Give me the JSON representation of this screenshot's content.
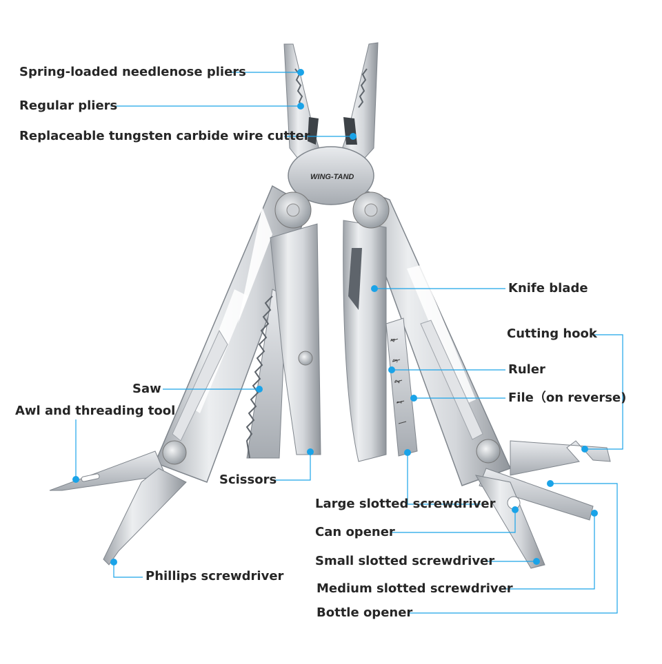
{
  "brand": "WING-TAND",
  "colors": {
    "accent": "#1aa3e8",
    "steel": "#c9ccd0",
    "steel_dark": "#8d9299",
    "text": "#262626"
  },
  "labels": {
    "needlenose_pliers": "Spring-loaded needlenose pliers",
    "regular_pliers": "Regular pliers",
    "wire_cutter": "Replaceable tungsten carbide wire cutter",
    "knife_blade": "Knife blade",
    "cutting_hook": "Cutting hook",
    "ruler": "Ruler",
    "file": "File（on reverse)",
    "saw": "Saw",
    "awl": "Awl and threading tool",
    "scissors": "Scissors",
    "large_slotted": "Large slotted screwdriver",
    "can_opener": "Can opener",
    "small_slotted": "Small slotted screwdriver",
    "medium_slotted": "Medium slotted screwdriver",
    "bottle_opener": "Bottle opener",
    "phillips": "Phillips screwdriver"
  },
  "ruler_marks": [
    "4",
    "3",
    "2",
    "1"
  ]
}
